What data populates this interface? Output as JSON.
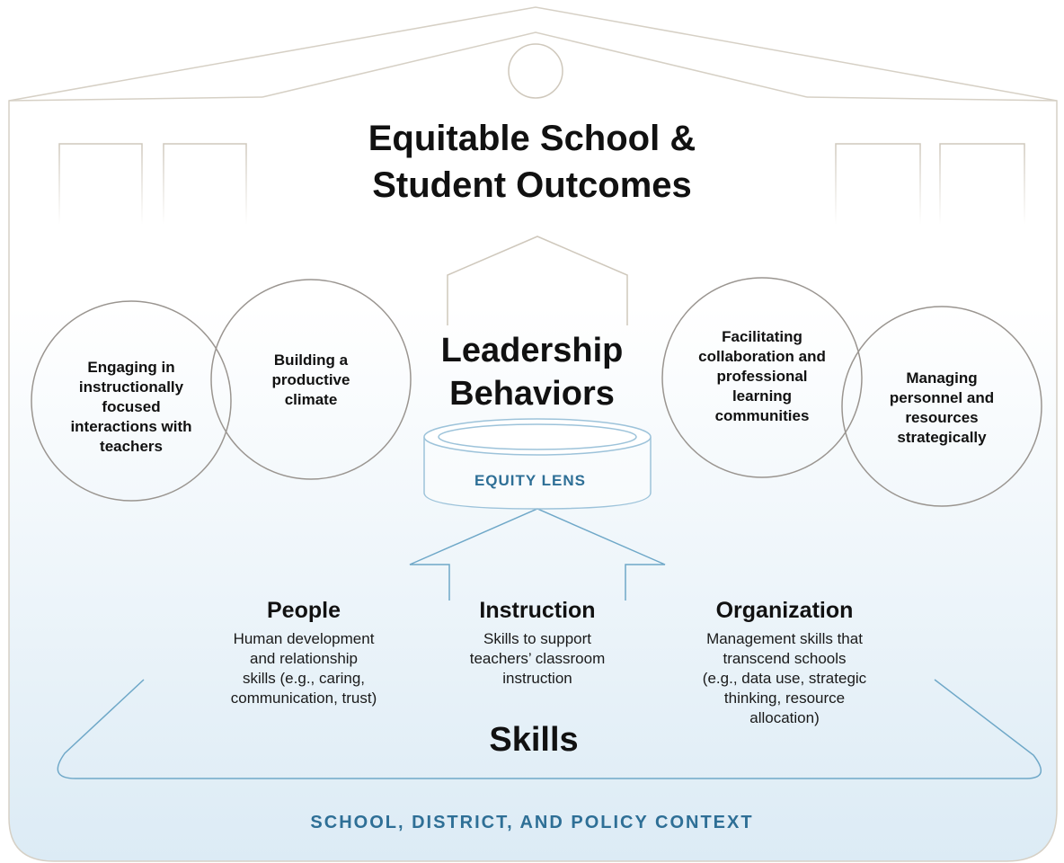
{
  "outcome_title_line1": "Equitable School &",
  "outcome_title_line2": "Student Outcomes",
  "leadership_line1": "Leadership",
  "leadership_line2": "Behaviors",
  "behaviors": [
    {
      "lines": [
        "Engaging in",
        "instructionally",
        "focused",
        "interactions with",
        "teachers"
      ]
    },
    {
      "lines": [
        "Building a",
        "productive",
        "climate"
      ]
    },
    {
      "lines": [
        "Facilitating",
        "collaboration and",
        "professional",
        "learning",
        "communities"
      ]
    },
    {
      "lines": [
        "Managing",
        "personnel and",
        "resources",
        "strategically"
      ]
    }
  ],
  "equity_lens": "EQUITY LENS",
  "skills": [
    {
      "heading": "People",
      "desc": [
        "Human development",
        "and relationship",
        "skills (e.g., caring,",
        "communication, trust)"
      ]
    },
    {
      "heading": "Instruction",
      "desc": [
        "Skills to support",
        "teachers’ classroom",
        "instruction"
      ]
    },
    {
      "heading": "Organization",
      "desc": [
        "Management skills that",
        "transcend schools",
        "(e.g., data use, strategic",
        "thinking, resource",
        "allocation)"
      ]
    }
  ],
  "skills_label": "Skills",
  "context_label": "SCHOOL, DISTRICT, AND POLICY CONTEXT",
  "colors": {
    "outline": "#cfc8bc",
    "accent_blue": "#2e6f96",
    "arrow_blue": "#6fa8c8",
    "gradient_bottom": "#dcebf5",
    "circle": "#9a9590"
  }
}
